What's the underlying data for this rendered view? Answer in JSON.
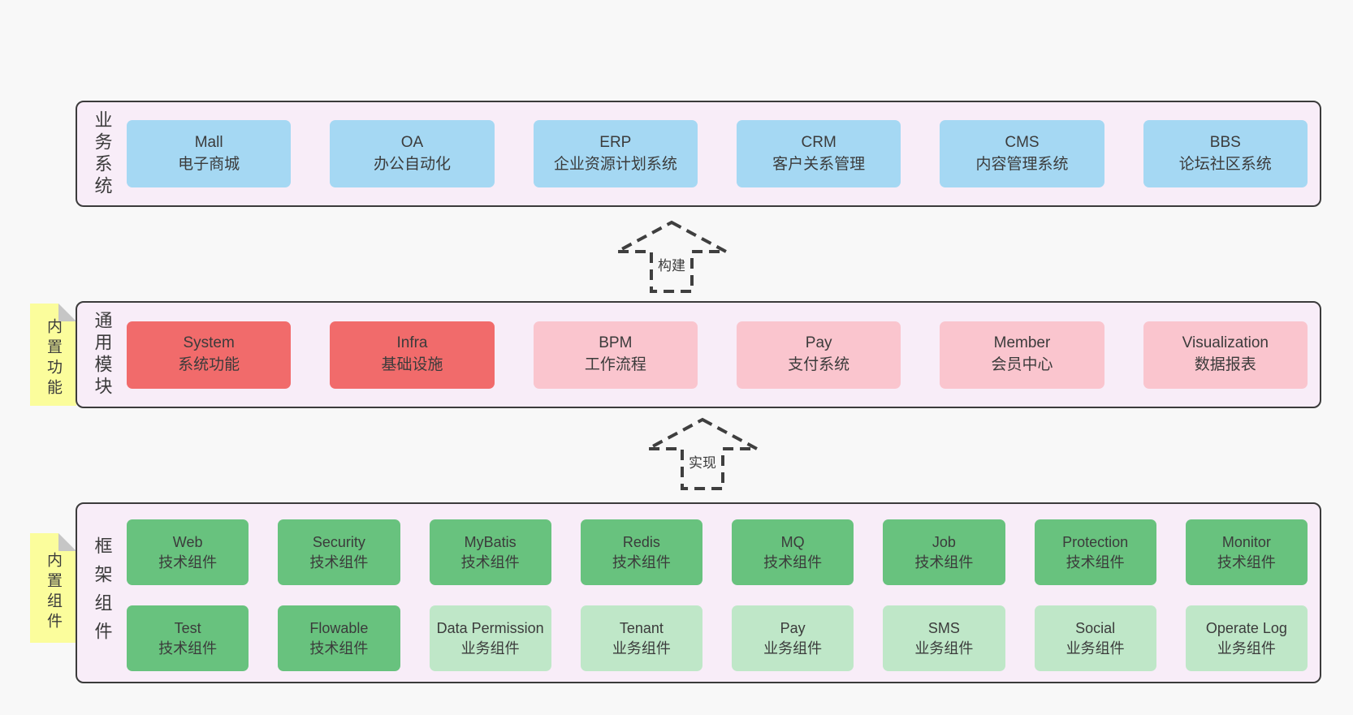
{
  "colors": {
    "page_bg": "#f8f8f8",
    "section_bg": "#f8edf8",
    "section_border": "#3b3b3b",
    "box_blue": "#a5d8f3",
    "box_red": "#f16b6b",
    "box_pink": "#fac5ce",
    "box_green": "#68c27e",
    "box_green_light": "#bfe7c8",
    "tab_yellow": "#fbfd9c",
    "tab_fold": "#c6c6c6",
    "text": "#3b3b3b"
  },
  "arrows": [
    {
      "label": "构建"
    },
    {
      "label": "实现"
    }
  ],
  "sections": [
    {
      "label": "业务系统",
      "tab": null,
      "rows": [
        [
          {
            "name": "Mall",
            "desc": "电子商城",
            "variant": "blue"
          },
          {
            "name": "OA",
            "desc": "办公自动化",
            "variant": "blue"
          },
          {
            "name": "ERP",
            "desc": "企业资源计划系统",
            "variant": "blue"
          },
          {
            "name": "CRM",
            "desc": "客户关系管理",
            "variant": "blue"
          },
          {
            "name": "CMS",
            "desc": "内容管理系统",
            "variant": "blue"
          },
          {
            "name": "BBS",
            "desc": "论坛社区系统",
            "variant": "blue"
          }
        ]
      ]
    },
    {
      "label": "通用模块",
      "tab": "内置功能",
      "rows": [
        [
          {
            "name": "System",
            "desc": "系统功能",
            "variant": "red"
          },
          {
            "name": "Infra",
            "desc": "基础设施",
            "variant": "red"
          },
          {
            "name": "BPM",
            "desc": "工作流程",
            "variant": "pink"
          },
          {
            "name": "Pay",
            "desc": "支付系统",
            "variant": "pink"
          },
          {
            "name": "Member",
            "desc": "会员中心",
            "variant": "pink"
          },
          {
            "name": "Visualization",
            "desc": "数据报表",
            "variant": "pink"
          }
        ]
      ]
    },
    {
      "label": "框架组件",
      "tab": "内置组件",
      "rows": [
        [
          {
            "name": "Web",
            "desc": "技术组件",
            "variant": "green"
          },
          {
            "name": "Security",
            "desc": "技术组件",
            "variant": "green"
          },
          {
            "name": "MyBatis",
            "desc": "技术组件",
            "variant": "green"
          },
          {
            "name": "Redis",
            "desc": "技术组件",
            "variant": "green"
          },
          {
            "name": "MQ",
            "desc": "技术组件",
            "variant": "green"
          },
          {
            "name": "Job",
            "desc": "技术组件",
            "variant": "green"
          },
          {
            "name": "Protection",
            "desc": "技术组件",
            "variant": "green"
          },
          {
            "name": "Monitor",
            "desc": "技术组件",
            "variant": "green"
          }
        ],
        [
          {
            "name": "Test",
            "desc": "技术组件",
            "variant": "green"
          },
          {
            "name": "Flowable",
            "desc": "技术组件",
            "variant": "green"
          },
          {
            "name": "Data Permission",
            "desc": "业务组件",
            "variant": "green-light"
          },
          {
            "name": "Tenant",
            "desc": "业务组件",
            "variant": "green-light"
          },
          {
            "name": "Pay",
            "desc": "业务组件",
            "variant": "green-light"
          },
          {
            "name": "SMS",
            "desc": "业务组件",
            "variant": "green-light"
          },
          {
            "name": "Social",
            "desc": "业务组件",
            "variant": "green-light"
          },
          {
            "name": "Operate Log",
            "desc": "业务组件",
            "variant": "green-light"
          }
        ]
      ]
    }
  ]
}
